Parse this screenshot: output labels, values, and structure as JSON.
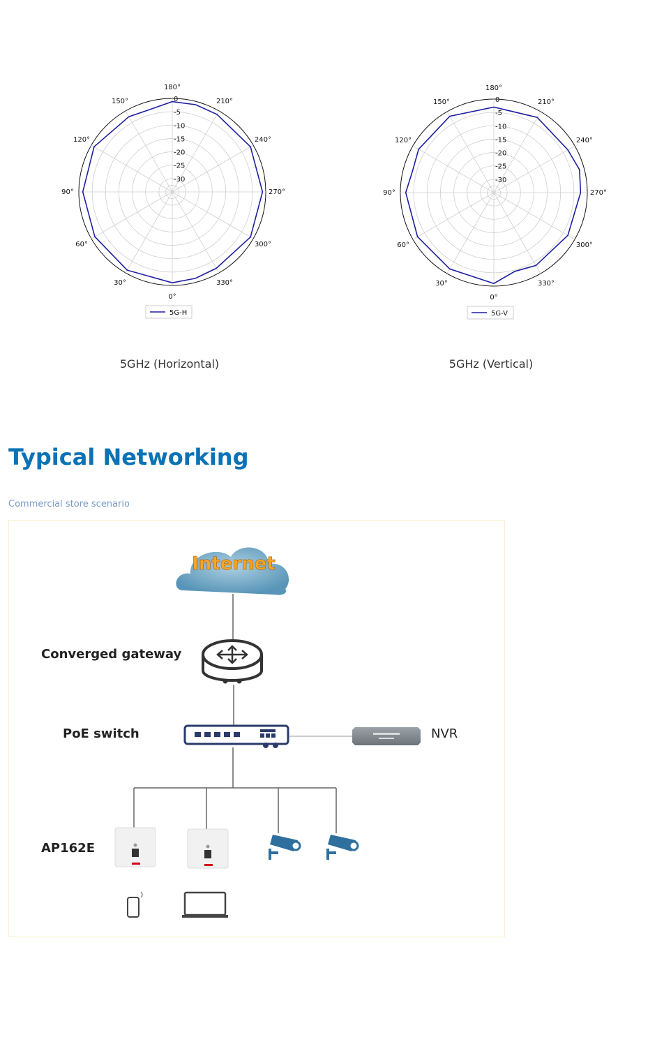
{
  "chart_data": [
    {
      "type": "polar",
      "caption": "5GHz (Horizontal)",
      "legend": "5G-H",
      "radial_ticks": [
        "0",
        "-5",
        "-10",
        "-15",
        "-20",
        "-25",
        "-30"
      ],
      "radial_range": [
        -35,
        0
      ],
      "angle_labels": [
        "180°",
        "210°",
        "240°",
        "270°",
        "300°",
        "330°",
        "0°",
        "30°",
        "60°",
        "90°",
        "120°",
        "150°"
      ],
      "theta_deg": [
        0,
        30,
        60,
        90,
        120,
        150,
        165,
        180,
        195,
        210,
        240,
        270,
        300,
        330,
        345
      ],
      "gain_db": [
        -1.0,
        -1.2,
        -1.5,
        -1.5,
        -1.2,
        -2.5,
        -3.0,
        -1.2,
        -1.2,
        -1.5,
        -1.2,
        -1.2,
        -1.2,
        -2.0,
        -1.5
      ],
      "legend_placement": "bottom"
    },
    {
      "type": "polar",
      "caption": "5GHz (Vertical)",
      "legend": "5G-V",
      "radial_ticks": [
        "0",
        "-5",
        "-10",
        "-15",
        "-20",
        "-25",
        "-30"
      ],
      "radial_range": [
        -35,
        0
      ],
      "angle_labels": [
        "180°",
        "210°",
        "240°",
        "270°",
        "300°",
        "330°",
        "0°",
        "30°",
        "60°",
        "90°",
        "120°",
        "150°"
      ],
      "theta_deg": [
        0,
        30,
        60,
        90,
        105,
        120,
        150,
        180,
        210,
        240,
        255,
        270,
        300,
        330,
        345
      ],
      "gain_db": [
        -1.0,
        -2.0,
        -2.0,
        -2.0,
        -3.5,
        -2.5,
        -2.0,
        -3.0,
        -2.5,
        -3.0,
        -1.8,
        -2.5,
        -3.0,
        -3.5,
        -4.5
      ],
      "legend_placement": "bottom"
    }
  ],
  "section": {
    "title": "Typical Networking",
    "subtitle": "Commercial store scenario"
  },
  "diagram": {
    "cloud_text": "Internet",
    "labels": {
      "gateway": "Converged gateway",
      "poe_switch": "PoE switch",
      "nvr": "NVR",
      "ap": "AP162E"
    },
    "colors": {
      "title_blue": "#0b72b5",
      "cloud": "#6aa9c9",
      "cloud_text": "#f5a623",
      "trace": "#1f1fa0"
    }
  }
}
